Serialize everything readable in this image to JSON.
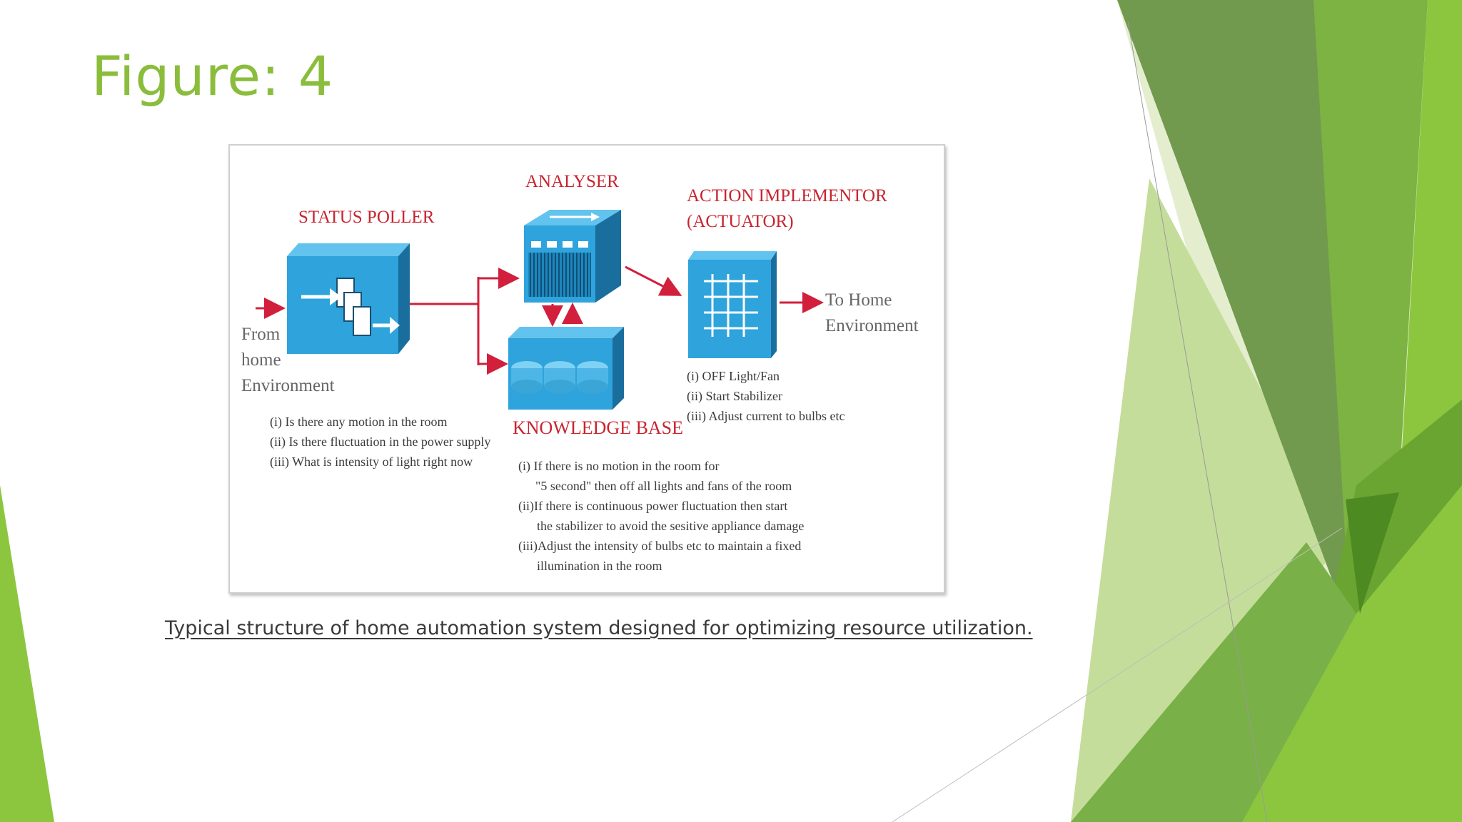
{
  "slide": {
    "title": "Figure: 4",
    "caption": "Typical structure of home automation system designed for optimizing resource utilization."
  },
  "diagram": {
    "status_poller": {
      "title": "STATUS POLLER",
      "questions": [
        "(i) Is there any motion in the room",
        "(ii) Is there fluctuation in the power supply",
        "(iii) What is intensity of light right now"
      ]
    },
    "analyser": {
      "title": "ANALYSER"
    },
    "knowledge_base": {
      "title": "KNOWLEDGE BASE",
      "rules": [
        "(i) If there is no motion in the room for",
        "\"5 second\" then off all lights and fans of the room",
        "(ii)If there is continuous power fluctuation then start",
        "the stabilizer to avoid the sesitive appliance damage",
        "(iii)Adjust the intensity of bulbs etc to maintain a fixed",
        "illumination in the room"
      ]
    },
    "actuator": {
      "title_line1": "ACTION IMPLEMENTOR",
      "title_line2": "(ACTUATOR)",
      "actions": [
        "(i) OFF Light/Fan",
        "(ii) Start Stabilizer",
        "(iii) Adjust current to bulbs etc"
      ]
    },
    "input_label": [
      "From",
      "home",
      "Environment"
    ],
    "output_label": [
      "To Home",
      "Environment"
    ]
  },
  "colors": {
    "title_green": "#8bbd3c",
    "box_blue": "#2ea3dc",
    "box_blue_top": "#62c3ee",
    "box_blue_side": "#1a6e9e",
    "label_red": "#c8242f",
    "arrow_red": "#d21f3c"
  }
}
